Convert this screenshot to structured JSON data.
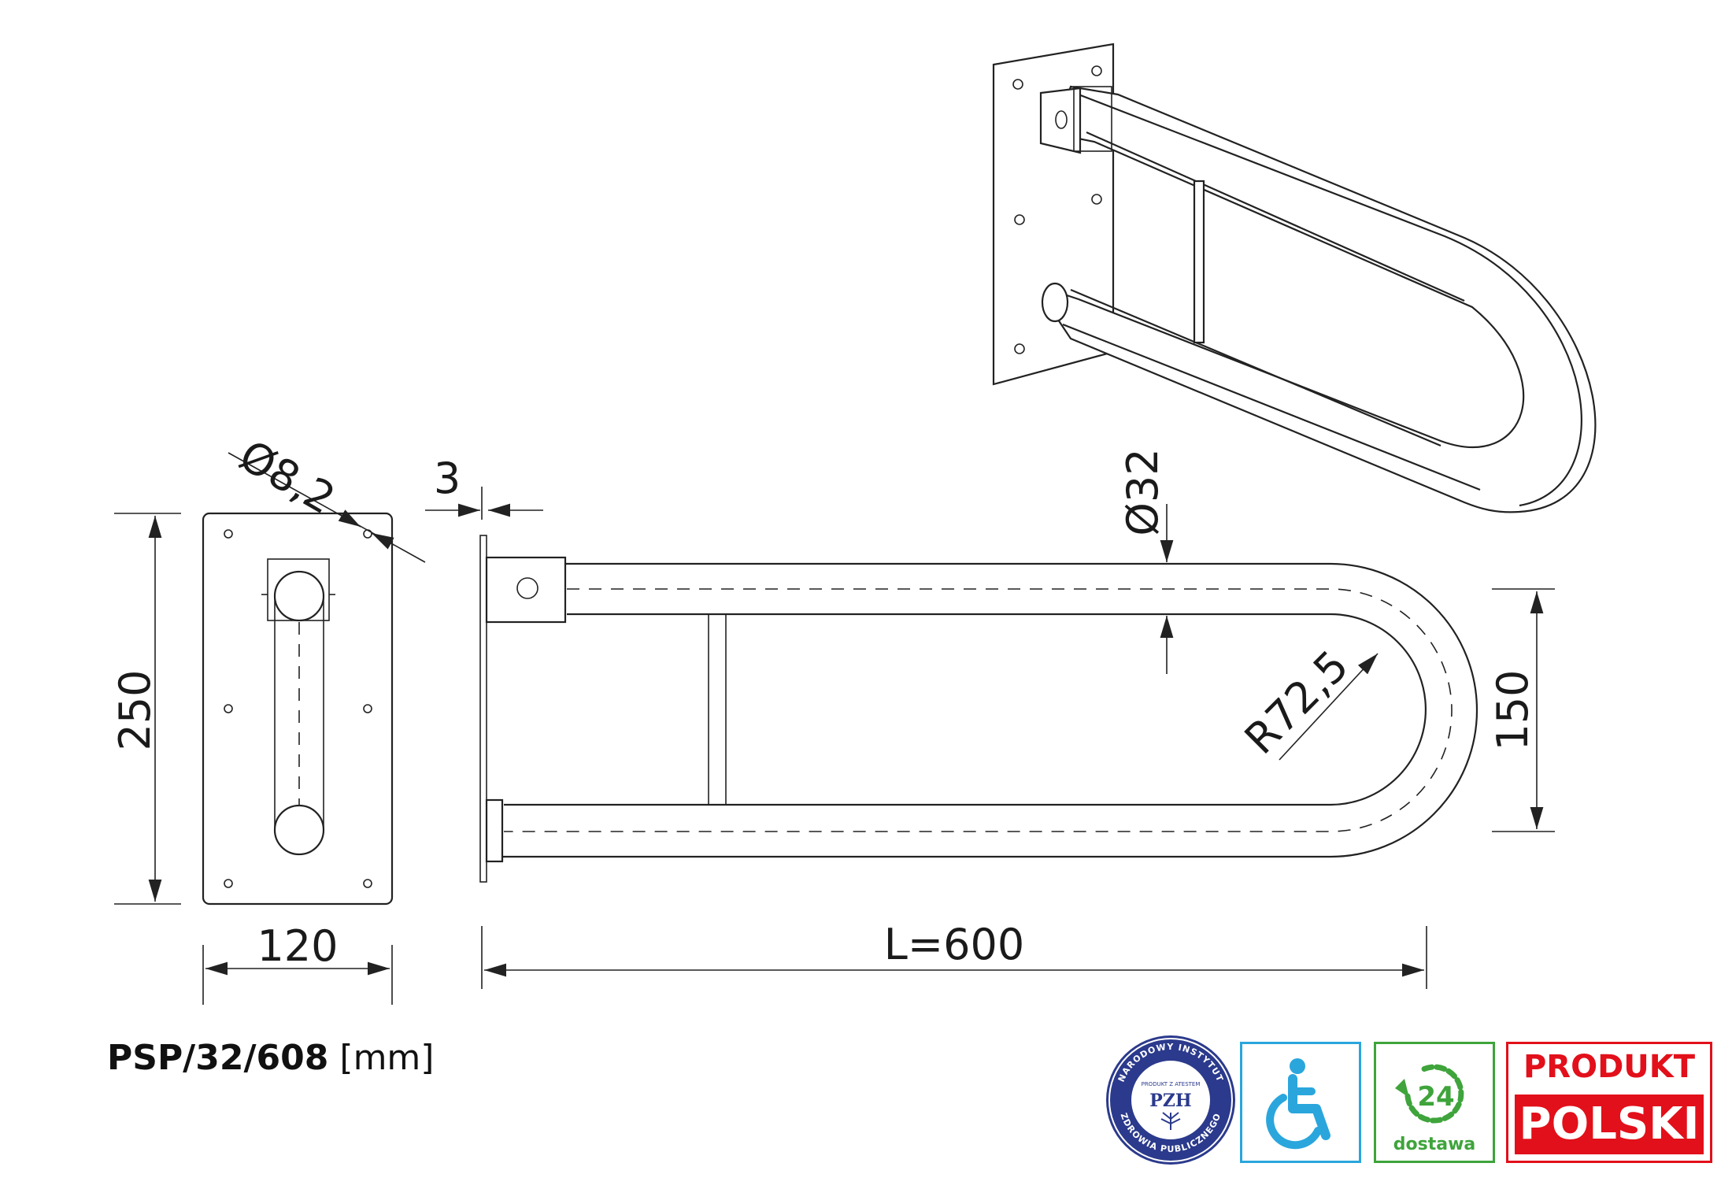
{
  "dimensions": {
    "hole_diameter": "Ø8,2",
    "plate_height": "250",
    "plate_width": "120",
    "plate_thickness": "3",
    "tube_diameter": "Ø32",
    "bend_radius": "R72,5",
    "bar_spacing": "150",
    "length": "L=600"
  },
  "product": {
    "code": "PSP/32/608",
    "unit": "[mm]"
  },
  "badges": {
    "pzh_center": "PZH",
    "pzh_ring_top": "NARODOWY INSTYTUT",
    "pzh_ring_bottom": "ZDROWIA PUBLICZNEGO",
    "pzh_inner": "PRODUKT Z ATESTEM",
    "delivery_number": "24",
    "delivery_label": "dostawa",
    "polish_top": "PRODUKT",
    "polish_bottom": "POLSKI"
  },
  "colors": {
    "line": "#222222",
    "pzh_blue": "#2b3a8c",
    "access_blue": "#2aa6dd",
    "delivery_green": "#3ea43b",
    "polish_red": "#e2101a"
  }
}
